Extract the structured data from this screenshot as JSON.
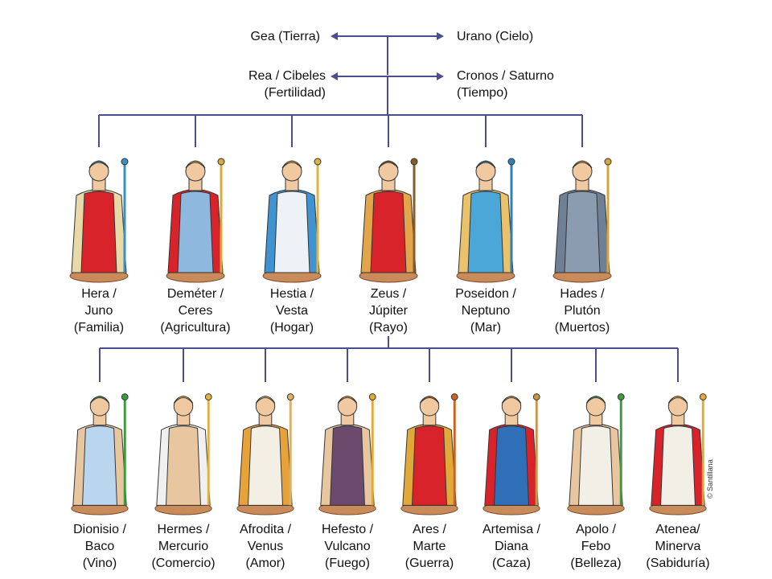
{
  "colors": {
    "line": "#4b4d8f",
    "text": "#111111"
  },
  "primordial": [
    {
      "text": "Gea (Tierra)"
    },
    {
      "text": "Urano (Cielo)"
    }
  ],
  "titans": [
    {
      "lines": [
        "Rea / Cibeles",
        "(Fertilidad)"
      ]
    },
    {
      "lines": [
        "Cronos / Saturno",
        "(Tiempo)"
      ]
    }
  ],
  "olympians_first": [
    {
      "lines": [
        "Hera /",
        "Juno",
        "(Familia)"
      ],
      "colors": {
        "robe": "#d9232a",
        "cloak": "#e8d9a8",
        "accent": "#3a8fc7"
      }
    },
    {
      "lines": [
        "Deméter /",
        "Ceres",
        "(Agricultura)"
      ],
      "colors": {
        "robe": "#8fb8de",
        "cloak": "#d9232a",
        "accent": "#d9a93a"
      }
    },
    {
      "lines": [
        "Hestia /",
        "Vesta",
        "(Hogar)"
      ],
      "colors": {
        "robe": "#eef2f6",
        "cloak": "#3f93d0",
        "accent": "#e0b341"
      }
    },
    {
      "lines": [
        "Zeus /",
        "Júpiter",
        "(Rayo)"
      ],
      "colors": {
        "robe": "#d9232a",
        "cloak": "#e3a54a",
        "accent": "#8a5a2b"
      }
    },
    {
      "lines": [
        "Poseidon /",
        "Neptuno",
        "(Mar)"
      ],
      "colors": {
        "robe": "#4aa7d8",
        "cloak": "#e9c26a",
        "accent": "#2f7fb8"
      }
    },
    {
      "lines": [
        "Hades /",
        "Plutón",
        "(Muertos)"
      ],
      "colors": {
        "robe": "#8b9bb0",
        "cloak": "#6f7f95",
        "accent": "#d6a63b"
      }
    }
  ],
  "olympians_second": [
    {
      "lines": [
        "Dionisio /",
        "Baco",
        "(Vino)"
      ],
      "colors": {
        "robe": "#b9d6ee",
        "cloak": "#e8c7a0",
        "accent": "#3f9a3f"
      }
    },
    {
      "lines": [
        "Hermes /",
        "Mercurio",
        "(Comercio)"
      ],
      "colors": {
        "robe": "#e8c7a0",
        "cloak": "#f0f0f0",
        "accent": "#e0b341"
      }
    },
    {
      "lines": [
        "Afrodita /",
        "Venus",
        "(Amor)"
      ],
      "colors": {
        "robe": "#f4efe4",
        "cloak": "#e8a23a",
        "accent": "#d9b26a"
      }
    },
    {
      "lines": [
        "Hefesto /",
        "Vulcano",
        "(Fuego)"
      ],
      "colors": {
        "robe": "#6b4a6e",
        "cloak": "#e8c7a0",
        "accent": "#e0a93a"
      }
    },
    {
      "lines": [
        "Ares /",
        "Marte",
        "(Guerra)"
      ],
      "colors": {
        "robe": "#d9232a",
        "cloak": "#e0a93a",
        "accent": "#c8641f"
      }
    },
    {
      "lines": [
        "Artemisa /",
        "Diana",
        "(Caza)"
      ],
      "colors": {
        "robe": "#2f6fb8",
        "cloak": "#d9232a",
        "accent": "#c8964a"
      }
    },
    {
      "lines": [
        "Apolo /",
        "Febo",
        "(Belleza)"
      ],
      "colors": {
        "robe": "#f2efe6",
        "cloak": "#e8c7a0",
        "accent": "#3f9a3f"
      }
    },
    {
      "lines": [
        "Atenea/",
        "Minerva",
        "(Sabiduría)"
      ],
      "colors": {
        "robe": "#f2efe6",
        "cloak": "#d9232a",
        "accent": "#e0a93a"
      }
    }
  ],
  "copyright": "© Santillana"
}
